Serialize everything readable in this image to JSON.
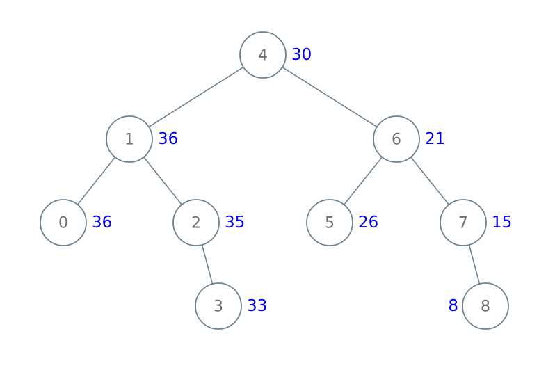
{
  "tree": {
    "nodes": [
      {
        "id": "4",
        "key": "4",
        "value": "30",
        "value_side": "right"
      },
      {
        "id": "1",
        "key": "1",
        "value": "36",
        "value_side": "right"
      },
      {
        "id": "6",
        "key": "6",
        "value": "21",
        "value_side": "right"
      },
      {
        "id": "0",
        "key": "0",
        "value": "36",
        "value_side": "right"
      },
      {
        "id": "2",
        "key": "2",
        "value": "35",
        "value_side": "right"
      },
      {
        "id": "5",
        "key": "5",
        "value": "26",
        "value_side": "right"
      },
      {
        "id": "7",
        "key": "7",
        "value": "15",
        "value_side": "right"
      },
      {
        "id": "3",
        "key": "3",
        "value": "33",
        "value_side": "right"
      },
      {
        "id": "8",
        "key": "8",
        "value": "8",
        "value_side": "left"
      }
    ],
    "edges": [
      {
        "from": "4",
        "to": "1"
      },
      {
        "from": "4",
        "to": "6"
      },
      {
        "from": "1",
        "to": "0"
      },
      {
        "from": "1",
        "to": "2"
      },
      {
        "from": "6",
        "to": "5"
      },
      {
        "from": "6",
        "to": "7"
      },
      {
        "from": "2",
        "to": "3"
      },
      {
        "from": "7",
        "to": "8"
      }
    ],
    "colors": {
      "node_stroke": "#6f8290",
      "key_text": "#707070",
      "value_text": "#0000ee"
    }
  }
}
